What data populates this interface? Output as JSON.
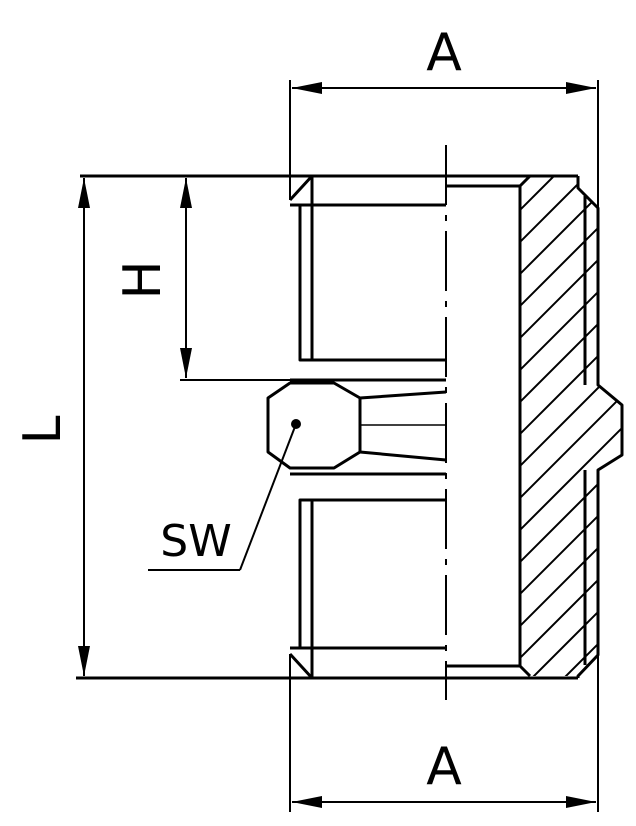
{
  "labels": {
    "top_dimension": "A",
    "bottom_dimension": "A",
    "length": "L",
    "height": "H",
    "wrench_size": "SW"
  },
  "colors": {
    "line": "#000000",
    "background": "#ffffff"
  }
}
